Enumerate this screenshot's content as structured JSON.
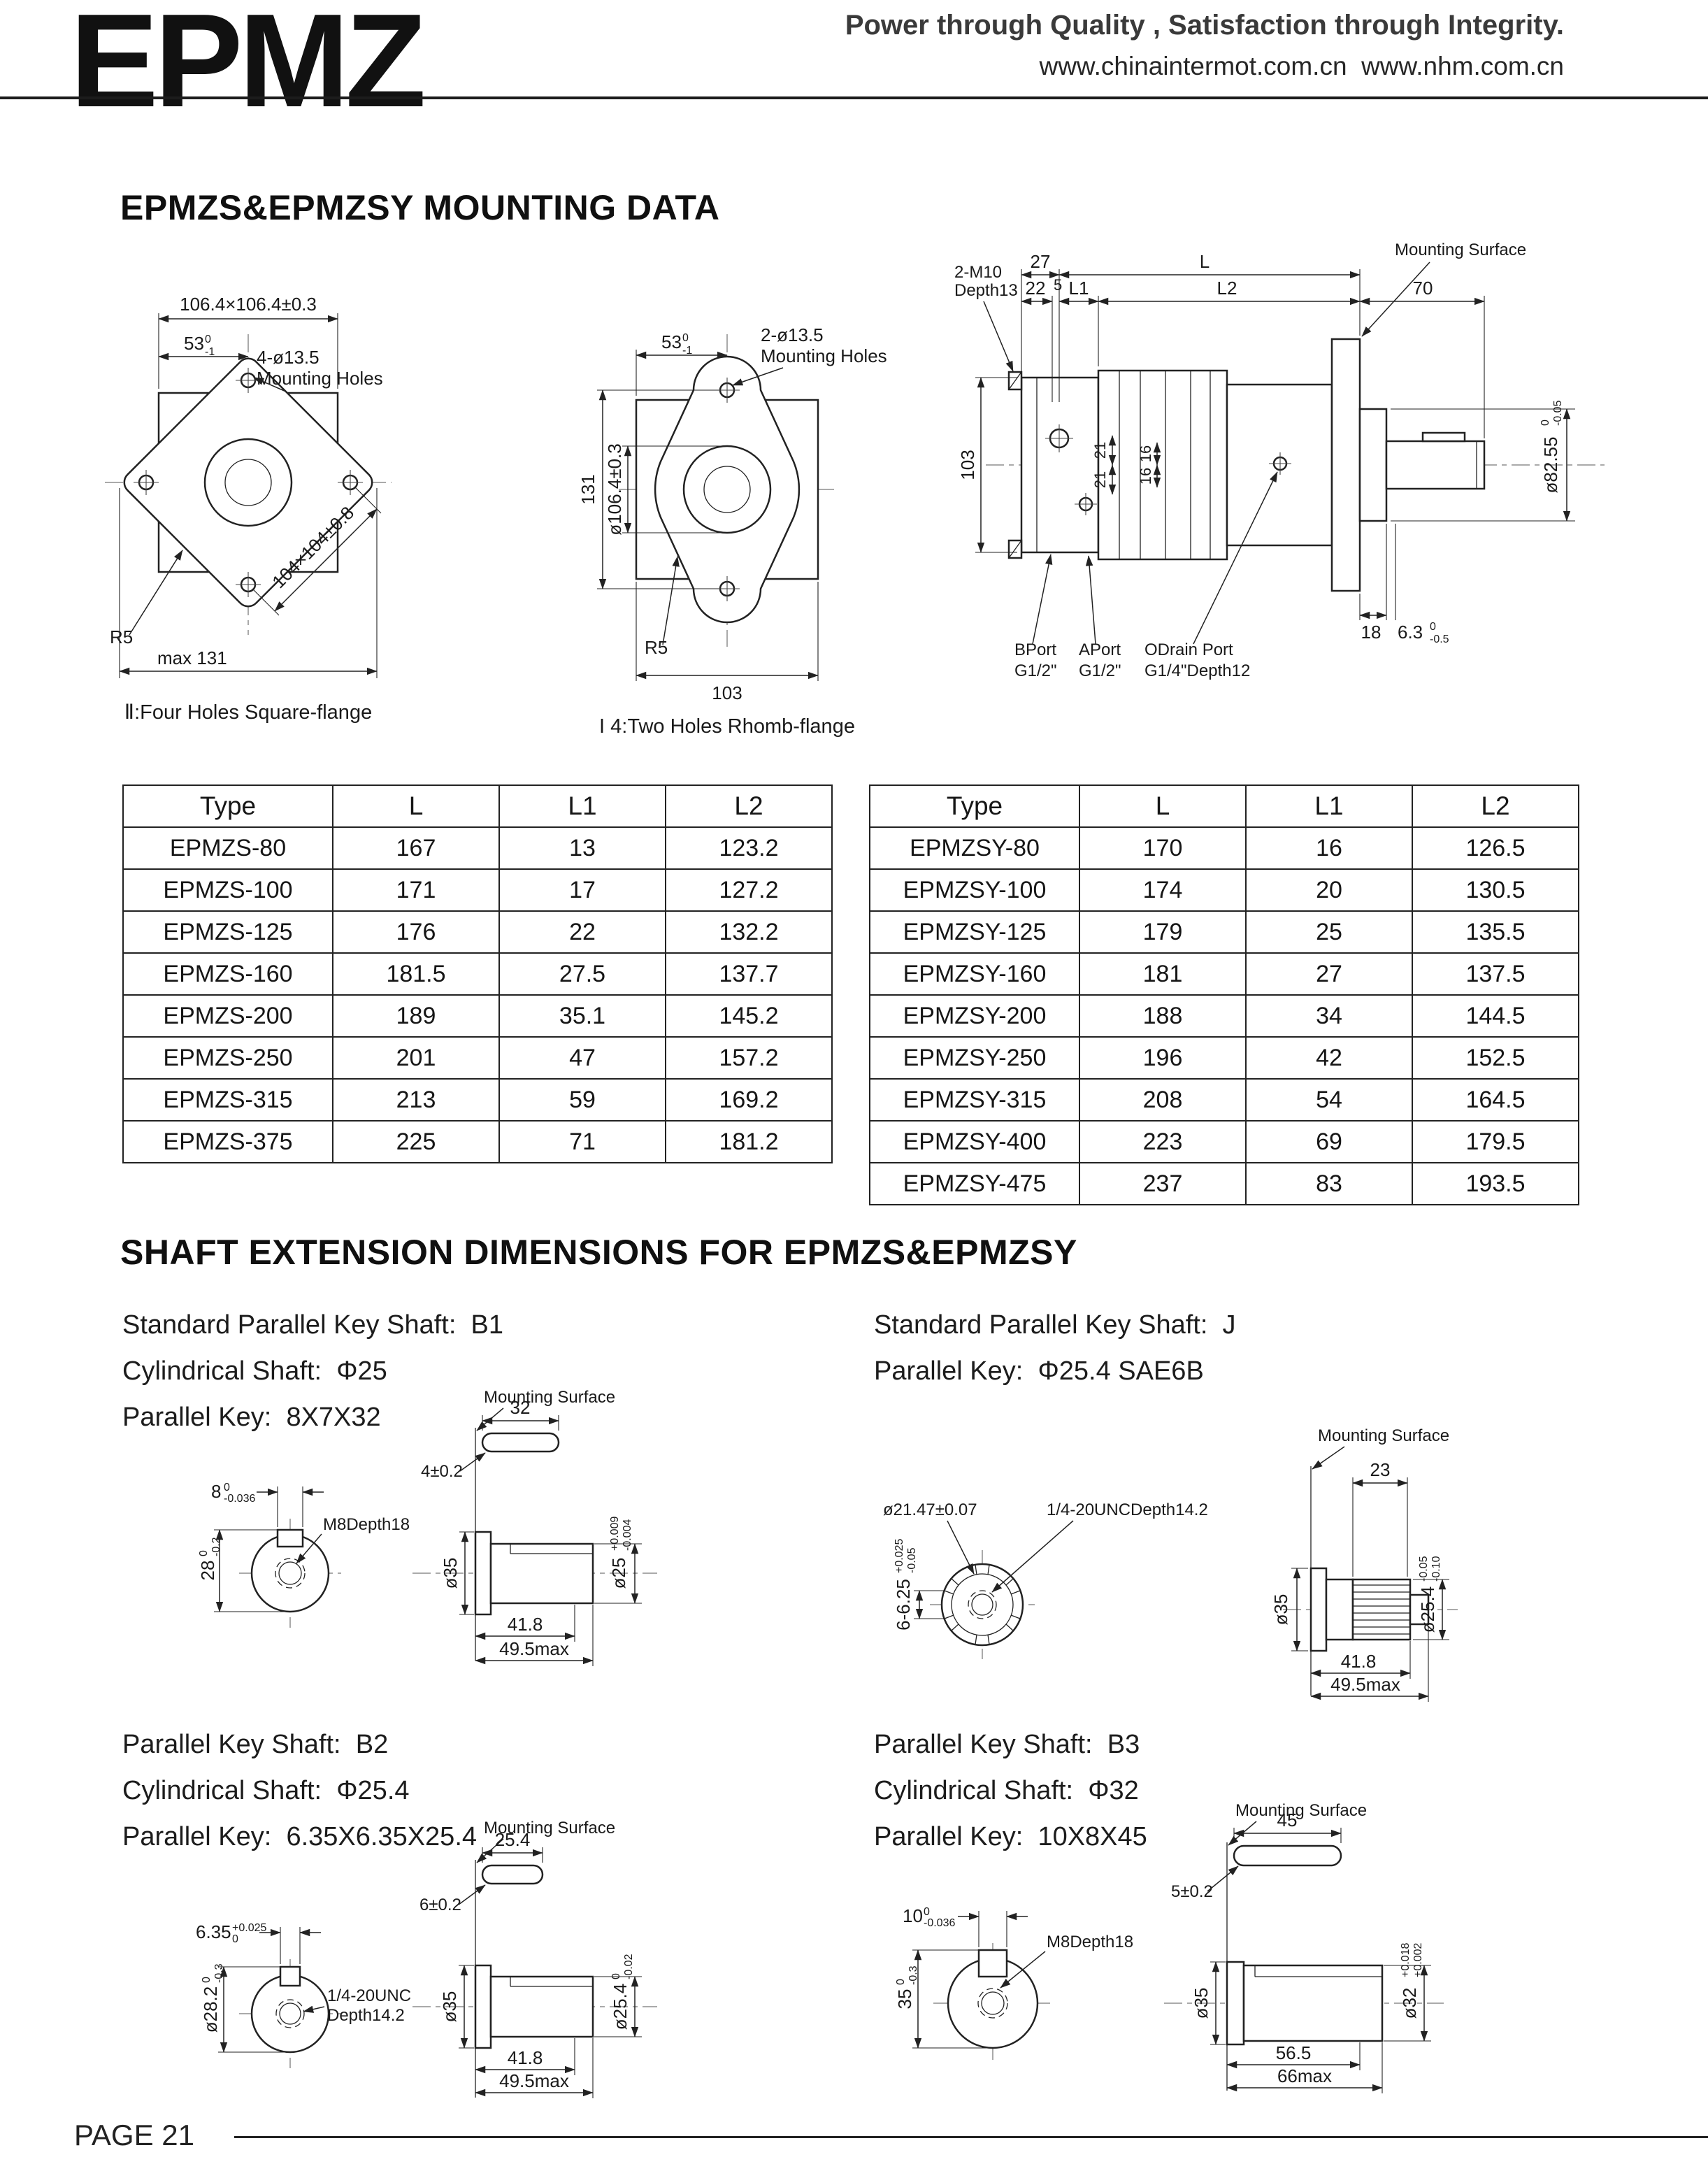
{
  "header": {
    "logo": "EPMZ",
    "tagline": "Power through Quality , Satisfaction through Integrity.",
    "websites": "www.chinaintermot.com.cn  www.nhm.com.cn"
  },
  "titles": {
    "mounting": "EPMZS&EPMZSY MOUNTING DATA",
    "shaft": "SHAFT EXTENSION DIMENSIONS FOR EPMZS&EPMZSY"
  },
  "square": {
    "overall": "106.4×106.4±0.3",
    "half": "53",
    "half_tol_top": "0",
    "half_tol_bot": "-1",
    "holes_line1": "4-ø13.5",
    "holes_line2": "Mounting Holes",
    "radius": "R5",
    "max_width": "max 131",
    "bolt_square": "104×104±0.8",
    "caption": "Ⅱ:Four Holes Square-flange"
  },
  "rhomb": {
    "half": "53",
    "half_tol_top": "0",
    "half_tol_bot": "-1",
    "holes_line1": "2-ø13.5",
    "holes_line2": "Mounting Holes",
    "hole_span": "131",
    "pilot": "ø106.4±0.3",
    "radius": "R5",
    "width": "103",
    "caption": "I 4:Two Holes Rhomb-flange"
  },
  "side": {
    "bolt_line1": "2-M10",
    "bolt_line2": "Depth13",
    "d27": "27",
    "d22": "22",
    "d5": "5",
    "L1": "L1",
    "L": "L",
    "L2": "L2",
    "d70": "70",
    "mounting_surface": "Mounting Surface",
    "d103": "103",
    "d21a": "21",
    "d21b": "21",
    "d16a": "16",
    "d16b": "16",
    "spigot": "ø82.55",
    "spigot_tol_top": "0",
    "spigot_tol_bot": "-0.05",
    "d18": "18",
    "d63": "6.3",
    "d63_tol_top": "0",
    "d63_tol_bot": "-0.5",
    "bport1": "BPort",
    "bport2": "G1/2\"",
    "aport1": "APort",
    "aport2": "G1/2\"",
    "drain1": "ODrain Port",
    "drain2": "G1/4\"Depth12"
  },
  "tables": {
    "epmzs": {
      "headers": [
        "Type",
        "L",
        "L1",
        "L2"
      ],
      "rows": [
        [
          "EPMZS-80",
          "167",
          "13",
          "123.2"
        ],
        [
          "EPMZS-100",
          "171",
          "17",
          "127.2"
        ],
        [
          "EPMZS-125",
          "176",
          "22",
          "132.2"
        ],
        [
          "EPMZS-160",
          "181.5",
          "27.5",
          "137.7"
        ],
        [
          "EPMZS-200",
          "189",
          "35.1",
          "145.2"
        ],
        [
          "EPMZS-250",
          "201",
          "47",
          "157.2"
        ],
        [
          "EPMZS-315",
          "213",
          "59",
          "169.2"
        ],
        [
          "EPMZS-375",
          "225",
          "71",
          "181.2"
        ]
      ]
    },
    "epmzsy": {
      "headers": [
        "Type",
        "L",
        "L1",
        "L2"
      ],
      "rows": [
        [
          "EPMZSY-80",
          "170",
          "16",
          "126.5"
        ],
        [
          "EPMZSY-100",
          "174",
          "20",
          "130.5"
        ],
        [
          "EPMZSY-125",
          "179",
          "25",
          "135.5"
        ],
        [
          "EPMZSY-160",
          "181",
          "27",
          "137.5"
        ],
        [
          "EPMZSY-200",
          "188",
          "34",
          "144.5"
        ],
        [
          "EPMZSY-250",
          "196",
          "42",
          "152.5"
        ],
        [
          "EPMZSY-315",
          "208",
          "54",
          "164.5"
        ],
        [
          "EPMZSY-400",
          "223",
          "69",
          "179.5"
        ],
        [
          "EPMZSY-475",
          "237",
          "83",
          "193.5"
        ]
      ]
    }
  },
  "shafts": {
    "b1": {
      "line1": "Standard Parallel Key Shaft:  B1",
      "line2": "Cylindrical Shaft:  Φ25",
      "line3": "Parallel Key:  8X7X32",
      "mounting_surface": "Mounting Surface",
      "key_len": "32",
      "key_sec": "4±0.2",
      "kw_w": "8",
      "kw_w_tol_top": "0",
      "kw_w_tol_bot": "-0.036",
      "tap": "M8Depth18",
      "height": "28",
      "height_tol_top": "0",
      "height_tol_bot": "-0.2",
      "flange_dia": "ø35",
      "shaft_dia": "ø25",
      "shaft_dia_tol_top": "+0.009",
      "shaft_dia_tol_bot": "-0.004",
      "len1": "41.8",
      "len2": "49.5max"
    },
    "j": {
      "line1": "Standard Parallel Key Shaft:  J",
      "line2": "Parallel Key:  Φ25.4 SAE6B",
      "mounting_surface": "Mounting Surface",
      "pitch_dia": "ø21.47±0.07",
      "tap": "1/4-20UNCDepth14.2",
      "spline_len": "23",
      "tooth": "6-6.25",
      "tooth_tol_top": "+0.025",
      "tooth_tol_bot": "-0.05",
      "flange_dia": "ø35",
      "shaft_dia": "ø25.4",
      "shaft_dia_tol_top": "-0.05",
      "shaft_dia_tol_bot": "-0.10",
      "len1": "41.8",
      "len2": "49.5max"
    },
    "b2": {
      "line1": "Parallel Key Shaft:  B2",
      "line2": "Cylindrical Shaft:  Φ25.4",
      "line3": "Parallel Key:  6.35X6.35X25.4",
      "mounting_surface": "Mounting Surface",
      "key_len": "25.4",
      "key_sec": "6±0.2",
      "kw_w": "6.35",
      "kw_w_tol_top": "+0.025",
      "kw_w_tol_bot": "0",
      "tap1": "1/4-20UNC",
      "tap2": "Depth14.2",
      "height": "ø28.2",
      "height_tol_top": "0",
      "height_tol_bot": "-0.3",
      "flange_dia": "ø35",
      "shaft_dia": "ø25.4",
      "shaft_dia_tol_top": "0",
      "shaft_dia_tol_bot": "-0.02",
      "len1": "41.8",
      "len2": "49.5max"
    },
    "b3": {
      "line1": "Parallel Key Shaft:  B3",
      "line2": "Cylindrical Shaft:  Φ32",
      "line3": "Parallel Key:  10X8X45",
      "mounting_surface": "Mounting Surface",
      "key_len": "45",
      "key_sec": "5±0.2",
      "kw_w": "10",
      "kw_w_tol_top": "0",
      "kw_w_tol_bot": "-0.036",
      "tap": "M8Depth18",
      "height": "35",
      "height_tol_top": "0",
      "height_tol_bot": "-0.3",
      "flange_dia": "ø35",
      "shaft_dia": "ø32",
      "shaft_dia_tol_top": "+0.018",
      "shaft_dia_tol_bot": "+0.002",
      "len1": "56.5",
      "len2": "66max"
    }
  },
  "footer": {
    "page": "PAGE 21"
  }
}
